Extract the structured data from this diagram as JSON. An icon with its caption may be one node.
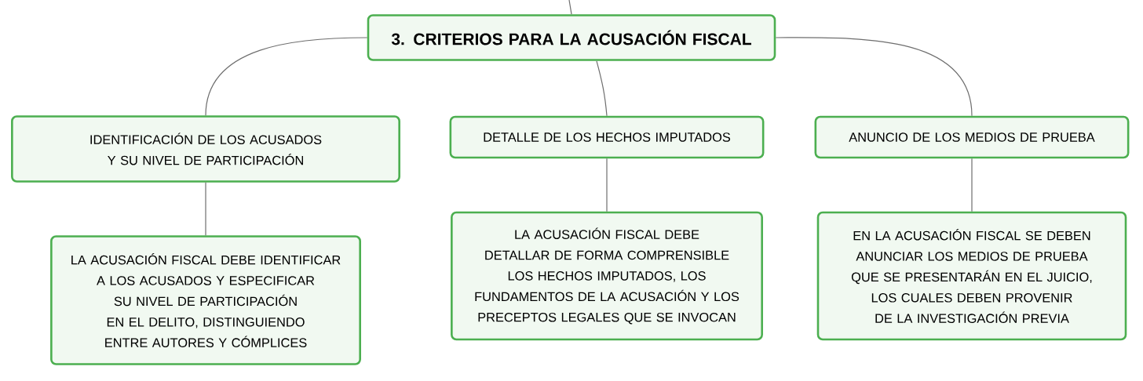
{
  "diagram": {
    "nodes": [
      {
        "text": [
          "3. CRITERIOS PARA LA ACUSACIÓN FISCAL"
        ]
      },
      {
        "text": [
          "IDENTIFICACIÓN DE LOS ACUSADOS Y SU NIVEL DE PARTICIPACIÓN"
        ]
      },
      {
        "text": [
          "DETALLE DE LOS HECHOS IMPUTADOS"
        ]
      },
      {
        "text": [
          "ANUNCIO DE LOS MEDIOS DE PRUEBA"
        ]
      },
      {
        "text": [
          "LA ACUSACIÓN FISCAL DEBE IDENTIFICAR A LOS ACUSADOS Y ESPECIFICAR SU NIVEL DE PARTICIPACIÓN EN EL DELITO, DISTINGUIENDO ENTRE AUTORES Y CÓMPLICES"
        ]
      },
      {
        "text": [
          "LA ACUSACIÓN FISCAL DEBE DETALLAR DE FORMA COMPRENSIBLE LOS HECHOS IMPUTADOS, LOS FUNDAMENTOS DE LA ACUSACIÓN Y LOS PRECEPTOS LEGALES QUE SE INVOCAN"
        ]
      },
      {
        "text": [
          "EN LA ACUSACIÓN FISCAL SE DEBEN ANUNCIAR LOS MEDIOS DE PRUEBA QUE SE PRESENTARÁN EN EL JUICIO, LOS CUALES DEBEN PROVENIR DE LA INVESTIGACIÓN PREVIA"
        ]
      }
    ],
    "edges": [
      {
        "from": null,
        "to": 0,
        "arrow": "none"
      },
      {
        "from": 0,
        "to": 1,
        "arrow": "none"
      },
      {
        "from": 0,
        "to": 2,
        "arrow": "none"
      },
      {
        "from": 0,
        "to": 3,
        "arrow": "none"
      },
      {
        "from": 1,
        "to": 4,
        "arrow": "none"
      },
      {
        "from": 2,
        "to": 5,
        "arrow": "none"
      },
      {
        "from": 3,
        "to": 6,
        "arrow": "none"
      }
    ]
  }
}
